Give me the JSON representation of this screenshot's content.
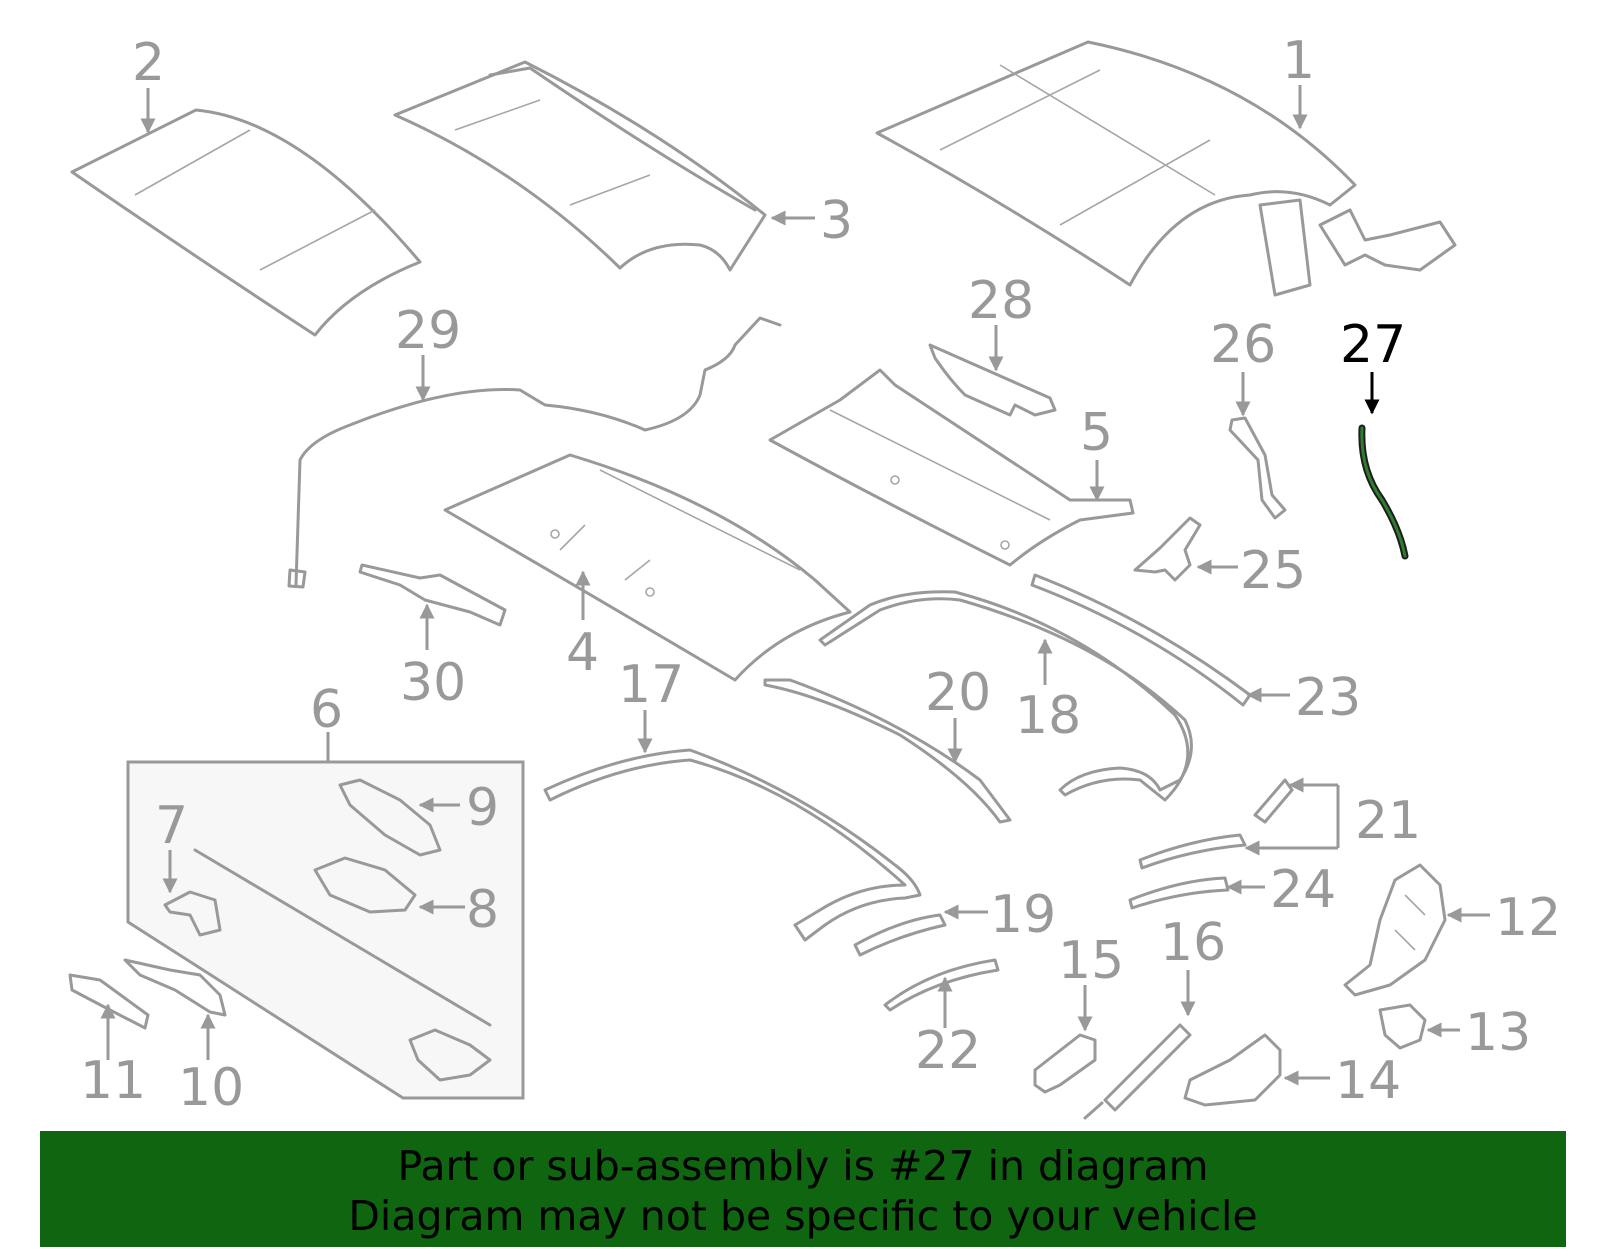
{
  "callouts": [
    {
      "id": "1",
      "label": "1"
    },
    {
      "id": "2",
      "label": "2"
    },
    {
      "id": "3",
      "label": "3"
    },
    {
      "id": "4",
      "label": "4"
    },
    {
      "id": "5",
      "label": "5"
    },
    {
      "id": "6",
      "label": "6"
    },
    {
      "id": "7",
      "label": "7"
    },
    {
      "id": "8",
      "label": "8"
    },
    {
      "id": "9",
      "label": "9"
    },
    {
      "id": "10",
      "label": "10"
    },
    {
      "id": "11",
      "label": "11"
    },
    {
      "id": "12",
      "label": "12"
    },
    {
      "id": "13",
      "label": "13"
    },
    {
      "id": "14",
      "label": "14"
    },
    {
      "id": "15",
      "label": "15"
    },
    {
      "id": "16",
      "label": "16"
    },
    {
      "id": "17",
      "label": "17"
    },
    {
      "id": "18",
      "label": "18"
    },
    {
      "id": "19",
      "label": "19"
    },
    {
      "id": "20",
      "label": "20"
    },
    {
      "id": "21",
      "label": "21"
    },
    {
      "id": "22",
      "label": "22"
    },
    {
      "id": "23",
      "label": "23"
    },
    {
      "id": "24",
      "label": "24"
    },
    {
      "id": "25",
      "label": "25"
    },
    {
      "id": "26",
      "label": "26"
    },
    {
      "id": "27",
      "label": "27"
    },
    {
      "id": "28",
      "label": "28"
    },
    {
      "id": "29",
      "label": "29"
    },
    {
      "id": "30",
      "label": "30"
    }
  ],
  "highlighted_part": "27",
  "banner": {
    "line1": "Part or sub-assembly is #27 in diagram",
    "line2": "Diagram may not be specific to your vehicle"
  },
  "colors": {
    "banner_bg": "#106510",
    "line_art": "#999999",
    "highlight": "#000000"
  }
}
